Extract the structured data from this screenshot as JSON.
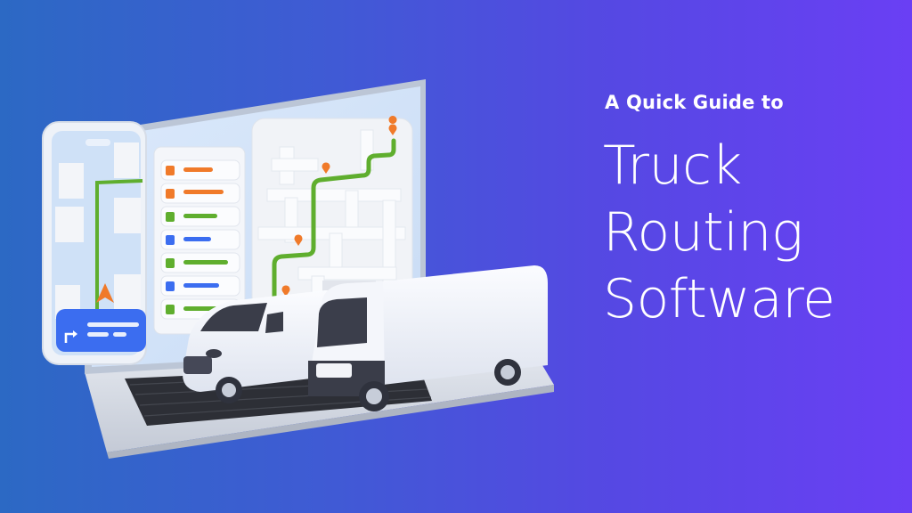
{
  "banner": {
    "kicker": "A Quick Guide to",
    "title_lines": [
      "Truck",
      "Routing",
      "Software"
    ],
    "colors": {
      "gradient_start": "#2c69c4",
      "gradient_end": "#6a3ff4",
      "text": "#ffffff",
      "route_green": "#5fae2e",
      "pin_orange": "#f07a2a",
      "accent_blue": "#3b6df0"
    }
  },
  "illustration": {
    "subject": "laptop with route map, delivery list and phone navigation, with a white van and a box truck",
    "list_items": [
      {
        "color": "orange"
      },
      {
        "color": "orange"
      },
      {
        "color": "green"
      },
      {
        "color": "blue"
      },
      {
        "color": "green"
      },
      {
        "color": "blue"
      },
      {
        "color": "green"
      }
    ],
    "map_pins": 4,
    "phone_turn_card": "turn-right-icon"
  }
}
